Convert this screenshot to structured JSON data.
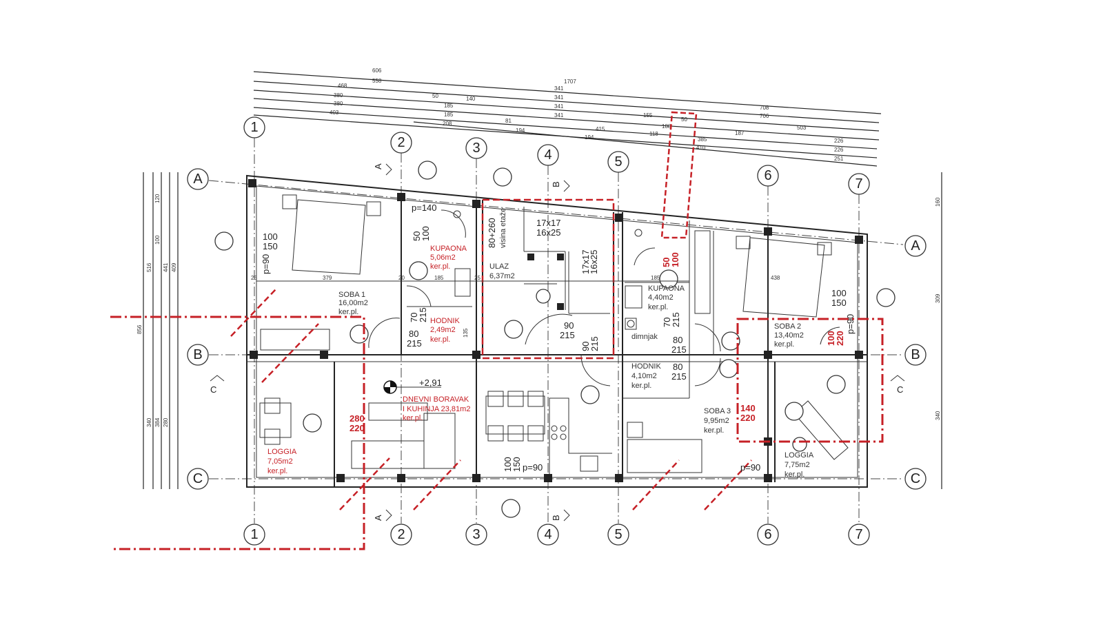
{
  "plan": {
    "axes_vertical": [
      "1",
      "2",
      "3",
      "4",
      "5",
      "6",
      "7"
    ],
    "axes_horizontal": [
      "A",
      "B",
      "C"
    ],
    "section_marks": [
      "A",
      "B",
      "C"
    ],
    "elevation": "+2,91",
    "rooms": [
      {
        "name": "SOBA 1",
        "area": "16,00m2",
        "floor": "ker.pl."
      },
      {
        "name": "KUPAONA",
        "area": "5,06m2",
        "floor": "ker.pl."
      },
      {
        "name": "HODNIK",
        "area": "2,49m2",
        "floor": "ker.pl."
      },
      {
        "name": "ULAZ",
        "area": "6,37m2"
      },
      {
        "name": "KUPAONA",
        "area": "4,40m2",
        "floor": "ker.pl."
      },
      {
        "name": "HODNIK",
        "area": "4,10m2",
        "floor": "ker.pl."
      },
      {
        "name": "SOBA 2",
        "area": "13,40m2",
        "floor": "ker.pl."
      },
      {
        "name": "SOBA 3",
        "area": "9,95m2",
        "floor": "ker.pl."
      },
      {
        "name": "LOGGIA",
        "area": "7,05m2",
        "floor": "ker.pl."
      },
      {
        "name": "DNEVNI BORAVAK",
        "name2": "I KUHINJA 23,81m2",
        "floor": "ker.pl."
      },
      {
        "name": "LOGGIA",
        "area": "7,75m2",
        "floor": "ker.pl."
      }
    ],
    "labels": {
      "dimnjak": "dimnjak",
      "stair_height": "80+260",
      "stair_height_note": "visina etaže",
      "stair1a": "17x17",
      "stair1b": "16x25",
      "stair2a": "17x17",
      "stair2b": "16x25"
    },
    "openings": {
      "w_soba1": [
        "100",
        "150"
      ],
      "p90_a": "p=90",
      "p140": "p=140",
      "w_kup1": [
        "50",
        "100"
      ],
      "d_hod1": [
        "70",
        "215"
      ],
      "d_hod1b": [
        "80",
        "215"
      ],
      "d_ulaz": [
        "90",
        "215"
      ],
      "d_ulaz2": [
        "90",
        "215"
      ],
      "d_kup2": [
        "70",
        "215"
      ],
      "d_hod2a": [
        "80",
        "215"
      ],
      "d_hod2b": [
        "80",
        "215"
      ],
      "w_soba2": [
        "100",
        "150"
      ],
      "p90_b": "p=90",
      "w_kitchen": [
        "100",
        "150"
      ],
      "p90_c": "p=90",
      "p90_d": "p=90",
      "red_kup2": [
        "50",
        "100"
      ],
      "red_soba2": [
        "100",
        "220"
      ],
      "red_loggia2": [
        "140",
        "220"
      ],
      "red_loggia1": [
        "280",
        "220"
      ]
    },
    "inner_dims": [
      "379",
      "185",
      "438",
      "25",
      "20",
      "25",
      "135",
      "185"
    ],
    "top_dims": [
      "606",
      "1707",
      "558",
      "468",
      "341",
      "708",
      "380",
      "50",
      "140",
      "341",
      "706",
      "380",
      "185",
      "341",
      "155",
      "503",
      "403",
      "185",
      "81",
      "341",
      "188",
      "50",
      "187",
      "226",
      "208",
      "194",
      "415",
      "118",
      "385",
      "226",
      "194",
      "410",
      "251"
    ],
    "left_dims": [
      "856",
      "516",
      "441",
      "409",
      "100",
      "120",
      "340",
      "384",
      "280"
    ],
    "right_dims": [
      "160",
      "309",
      "340"
    ],
    "colors": {
      "red": "#c62026",
      "ink": "#222222"
    }
  }
}
